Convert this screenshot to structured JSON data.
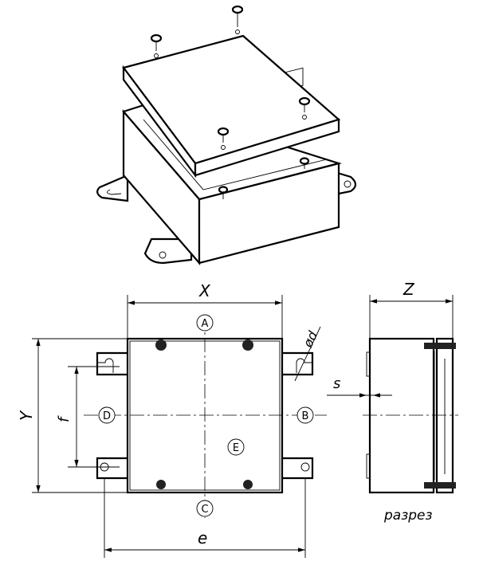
{
  "dimensions": {
    "X": "X",
    "Y": "Y",
    "Z": "Z",
    "e": "e",
    "f": "f",
    "d": "ød",
    "s": "s"
  },
  "markers": [
    "A",
    "B",
    "C",
    "D",
    "E"
  ],
  "section_label": "разрез",
  "line_color": "#000000"
}
